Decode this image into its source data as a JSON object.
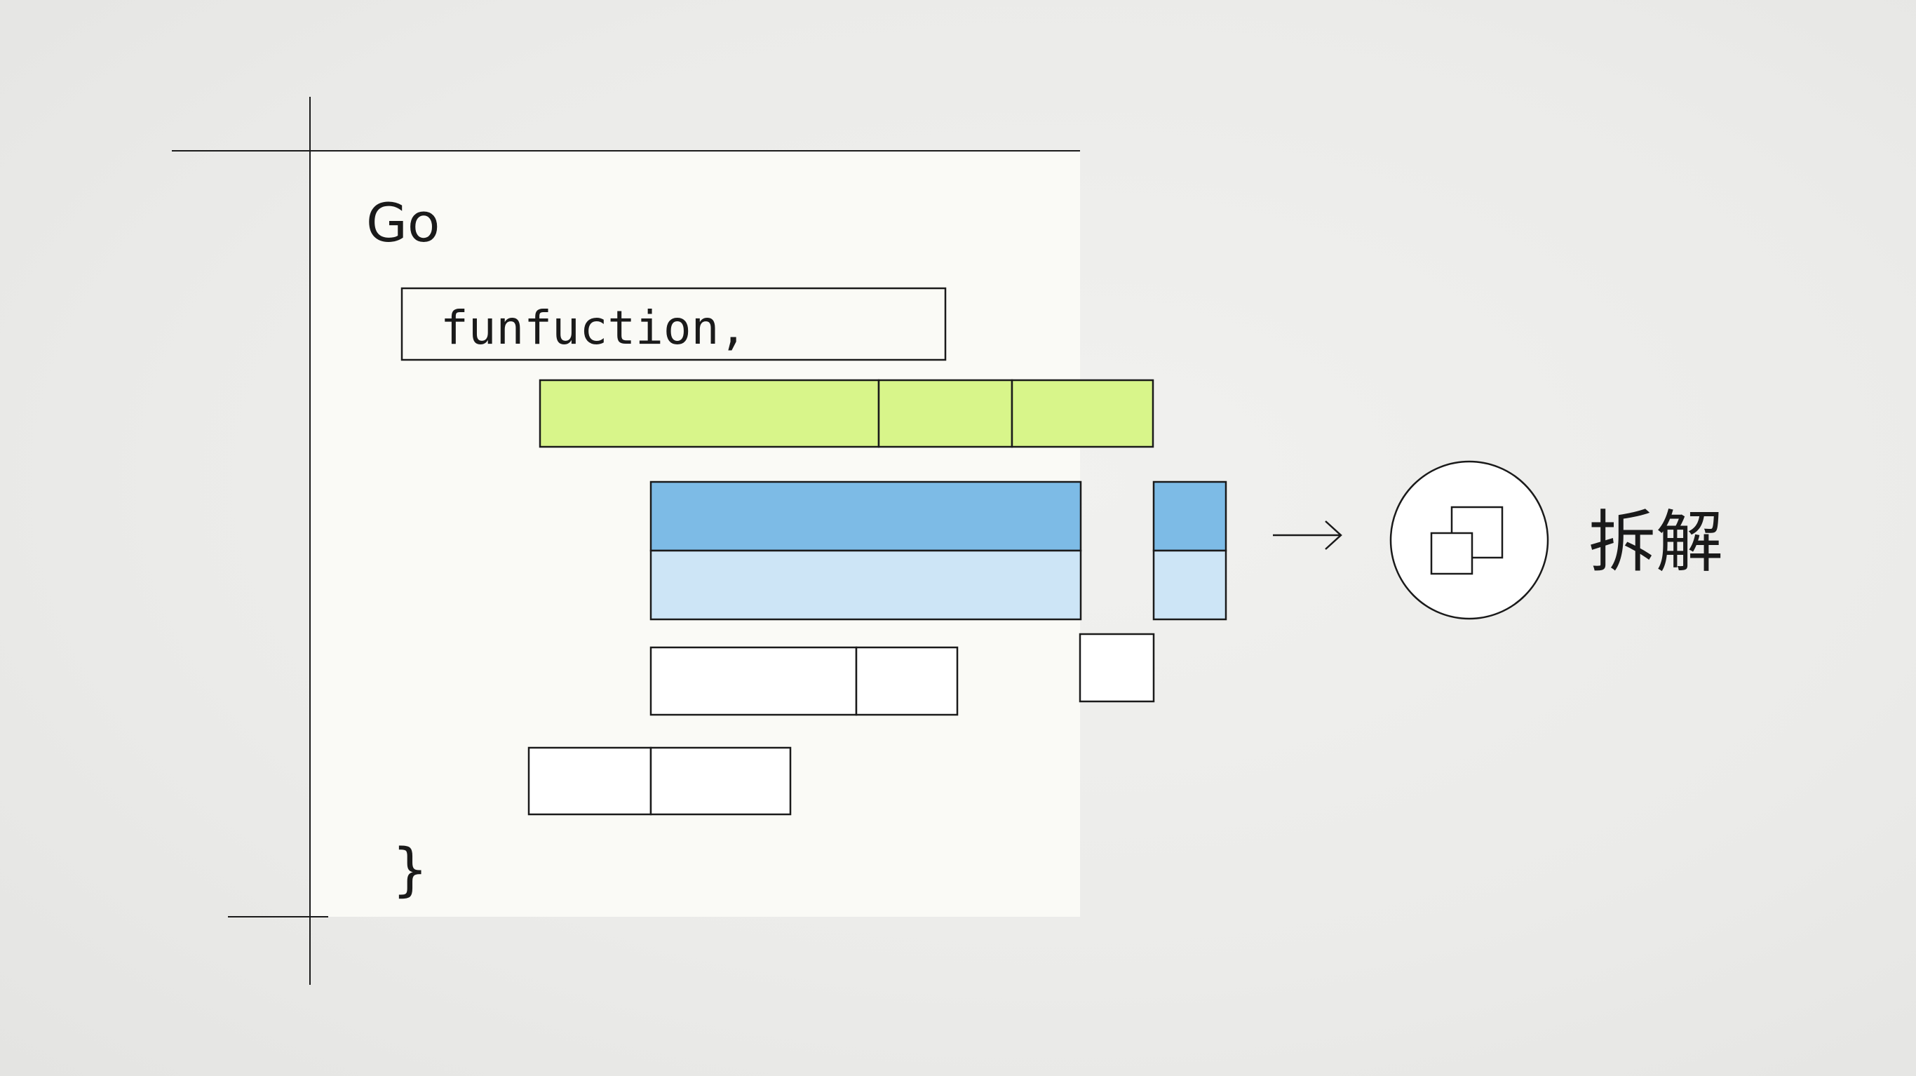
{
  "card": {
    "title": "Go",
    "code_line": "funfuction,",
    "closing": "}"
  },
  "action": {
    "icon": "copy-icon",
    "label": "拆解"
  },
  "colors": {
    "card_background": "#fafaf6",
    "green_block": "#d8f58a",
    "blue_block": "#7dbbe6",
    "light_blue_block": "#cde5f6",
    "stroke": "#1a1a1a"
  }
}
